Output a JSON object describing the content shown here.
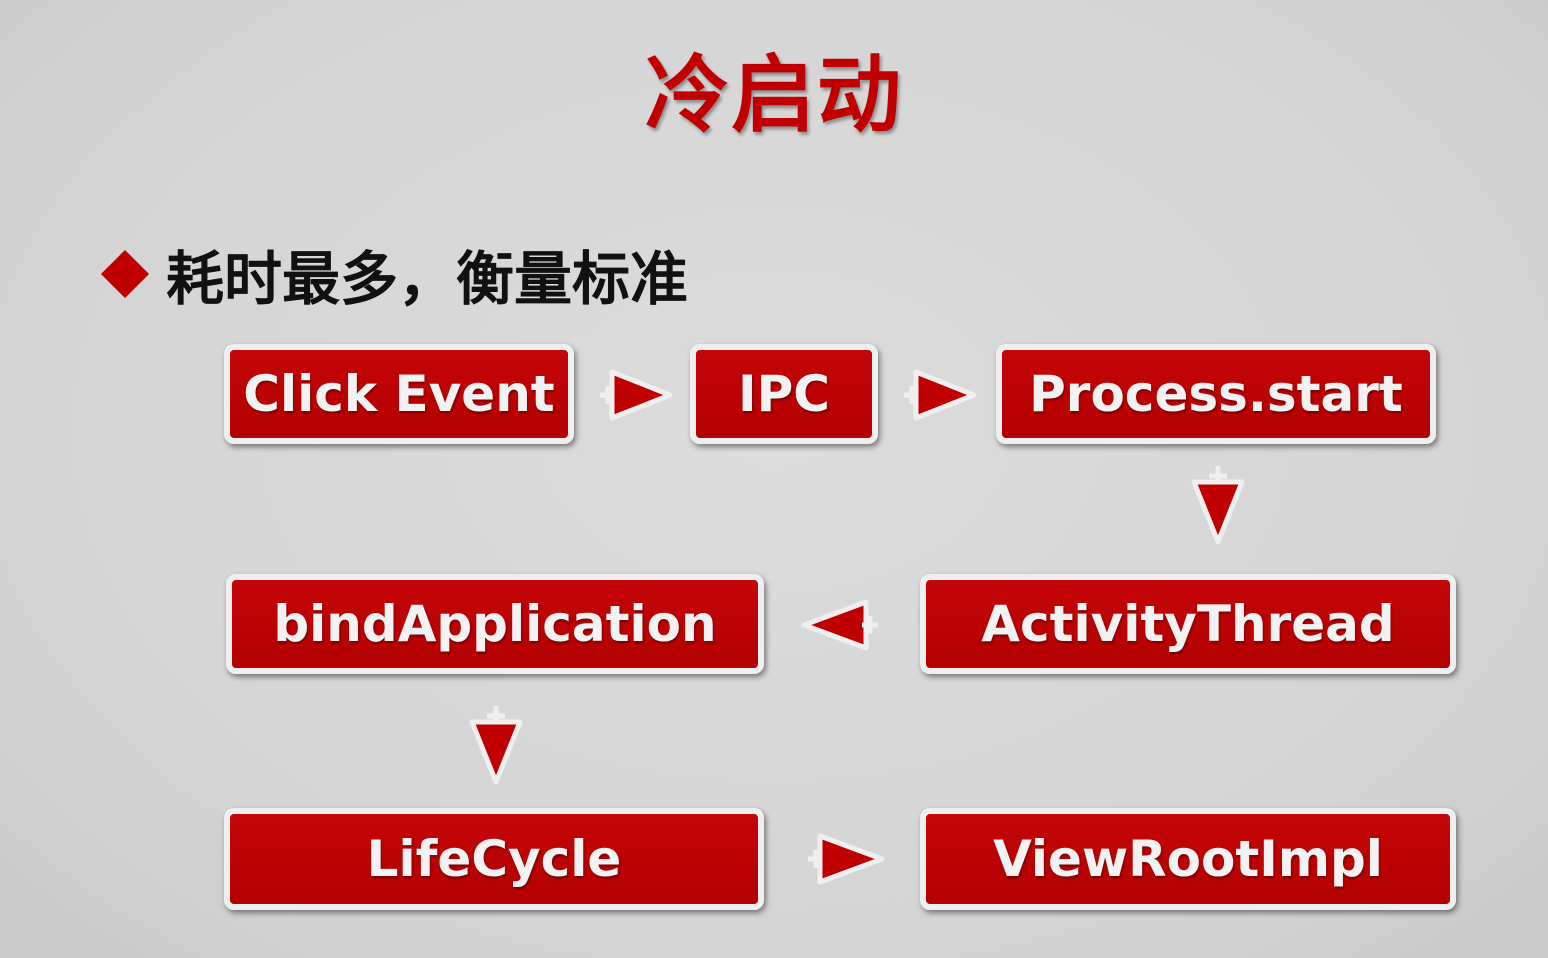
{
  "title": "冷启动",
  "bullet": {
    "text": "耗时最多，衡量标准"
  },
  "flow": {
    "nodes": {
      "click_event": "Click Event",
      "ipc": "IPC",
      "process_start": "Process.start",
      "activity_thread": "ActivityThread",
      "bind_application": "bindApplication",
      "lifecycle": "LifeCycle",
      "view_root_impl": "ViewRootImpl"
    },
    "edges": [
      [
        "Click Event",
        "IPC"
      ],
      [
        "IPC",
        "Process.start"
      ],
      [
        "Process.start",
        "ActivityThread"
      ],
      [
        "ActivityThread",
        "bindApplication"
      ],
      [
        "bindApplication",
        "LifeCycle"
      ],
      [
        "LifeCycle",
        "ViewRootImpl"
      ]
    ]
  },
  "colors": {
    "accent": "#c00000",
    "node_fill": "#b30000",
    "node_border": "#efefef",
    "node_text": "#f2f2f2",
    "background": "#d6d6d6"
  }
}
